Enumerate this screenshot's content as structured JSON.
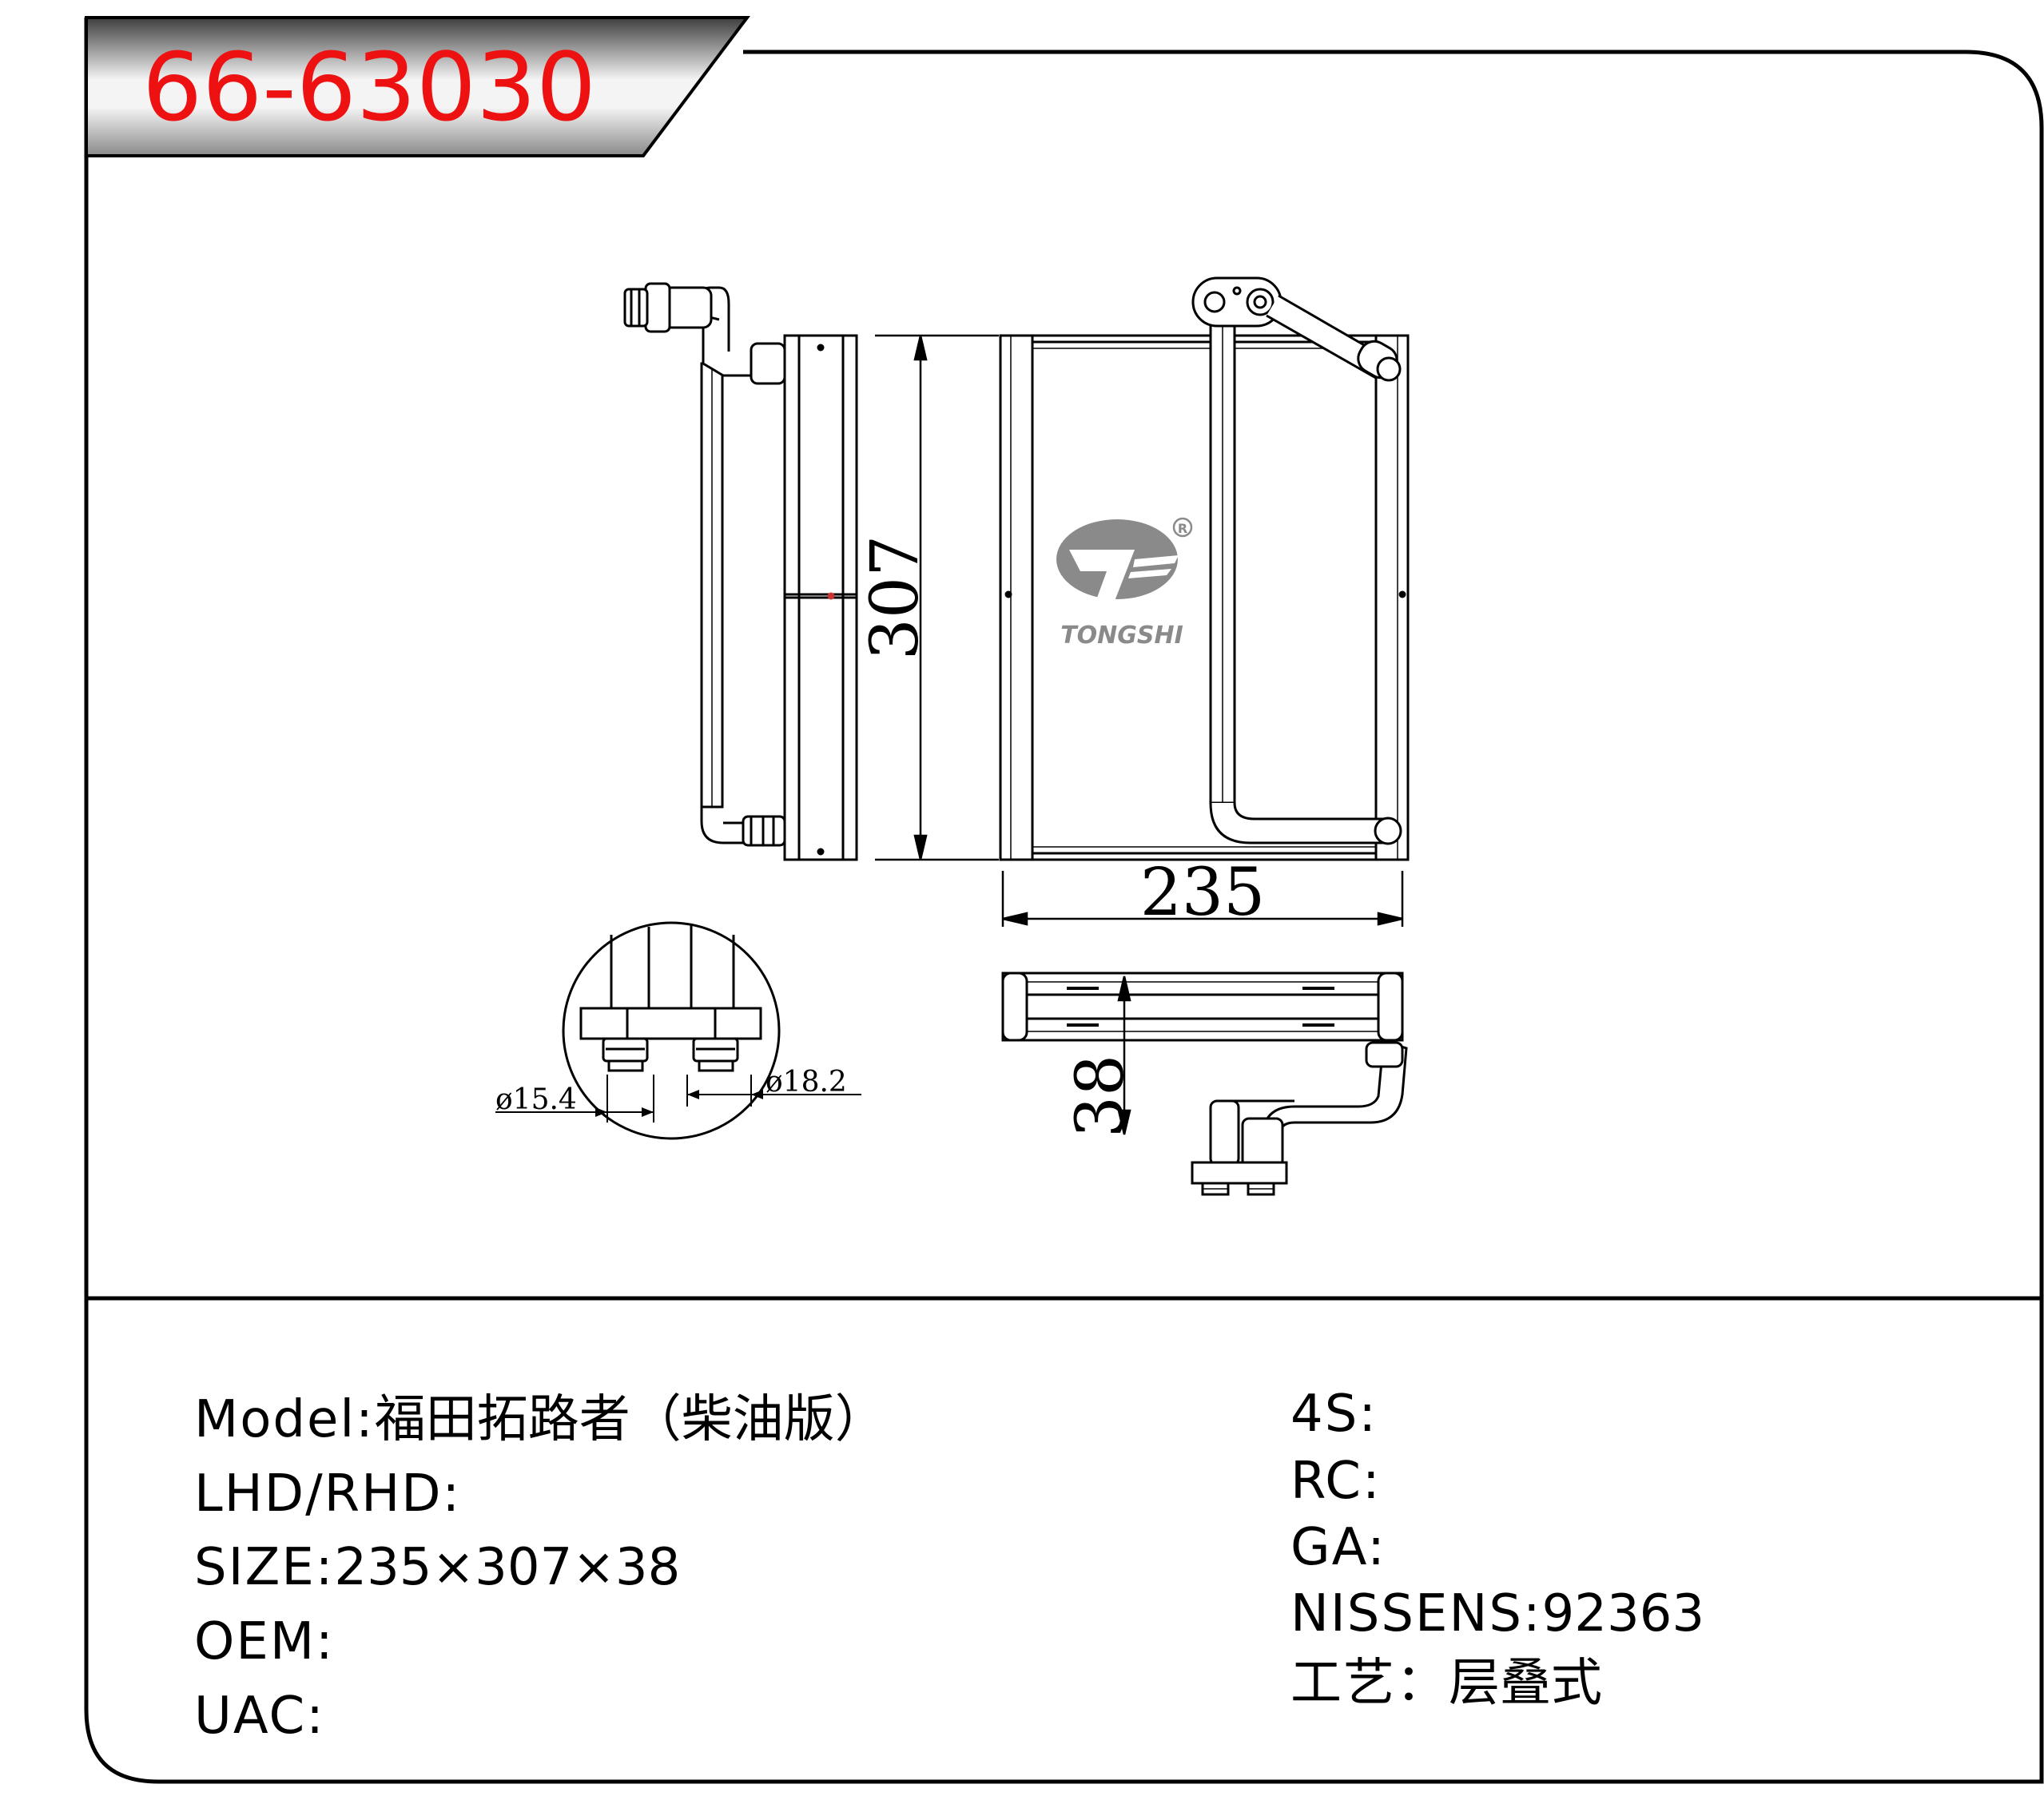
{
  "header": {
    "part_number": "66-63030"
  },
  "drawing": {
    "dimensions": {
      "height": "307",
      "width": "235",
      "depth": "38",
      "pipe_diameter_small": "ø15.4",
      "pipe_diameter_large": "ø18.2"
    },
    "logo": {
      "brand": "TONGSHI",
      "registered_mark": "R"
    }
  },
  "specs_left": {
    "model_label": "Model:",
    "model_value": "福田拓路者（柴油版）",
    "drive_label": "LHD/RHD:",
    "drive_value": "",
    "size_label": "SIZE:",
    "size_value": "235×307×38",
    "oem_label": "OEM:",
    "oem_value": "",
    "uac_label": "UAC:",
    "uac_value": ""
  },
  "specs_right": {
    "s4_label": "4S:",
    "s4_value": "",
    "rc_label": "RC:",
    "rc_value": "",
    "ga_label": "GA:",
    "ga_value": "",
    "nissens_label": "NISSENS:",
    "nissens_value": "92363",
    "craft_label": "工艺：",
    "craft_value": "层叠式"
  },
  "colors": {
    "part_number": "#ee1111",
    "banner_dark": "#4a4a4a",
    "banner_light": "#f0f0f0",
    "logo_gray": "#8a8a8a",
    "line": "#000000"
  }
}
